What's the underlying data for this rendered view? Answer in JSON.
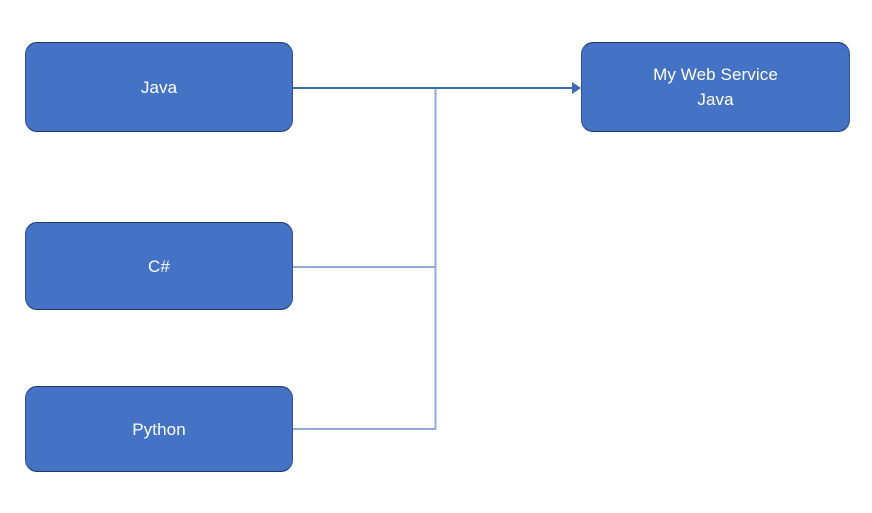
{
  "diagram": {
    "title": "",
    "background_color": "#FFFFFF",
    "node_fill_color": "#4472C4",
    "node_border_color": "#1F3864",
    "node_text_color": "#FFFFFF",
    "arrow_color": "#3B6CB5",
    "connector_color": "#8FAADC",
    "nodes": [
      {
        "id": "java",
        "label": "Java"
      },
      {
        "id": "csharp",
        "label": "C#"
      },
      {
        "id": "python",
        "label": "Python"
      },
      {
        "id": "service",
        "label": "My Web Service\nJava"
      }
    ],
    "edges": [
      {
        "id": "java-to-service",
        "from": "Java",
        "to": "My Web Service Java",
        "arrowhead": true
      },
      {
        "id": "csharp-to-trunk",
        "from": "C#",
        "to": "My Web Service Java",
        "arrowhead": false
      },
      {
        "id": "python-to-trunk",
        "from": "Python",
        "to": "My Web Service Java",
        "arrowhead": false
      }
    ]
  }
}
